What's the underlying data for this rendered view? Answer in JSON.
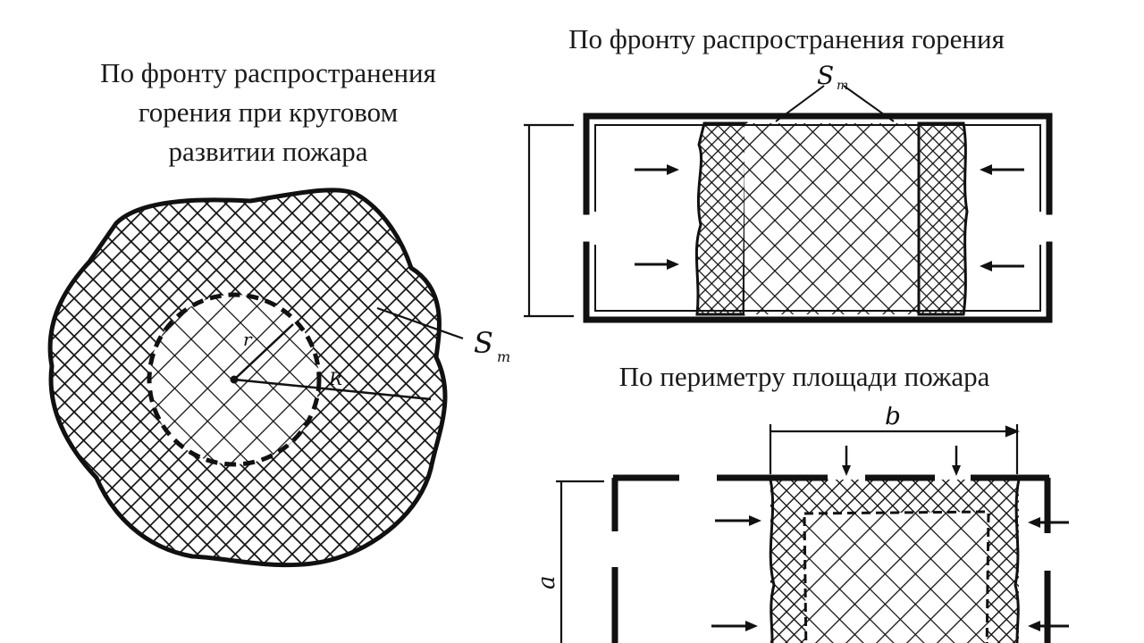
{
  "captions": {
    "circular_lines": [
      "По фронту распространения",
      "горения при круговом",
      "развитии пожара"
    ],
    "front": "По фронту распространения горения",
    "perimeter": "По периметру площади пожара"
  },
  "labels": {
    "s_circular": "S",
    "s_circular_sub": "т",
    "s_front": "S",
    "s_front_sub": "т",
    "r_small": "r",
    "r_large": "R",
    "dim_b": "b",
    "dim_a": "a"
  },
  "colors": {
    "ink": "#141414",
    "paper": "#ffffff"
  }
}
